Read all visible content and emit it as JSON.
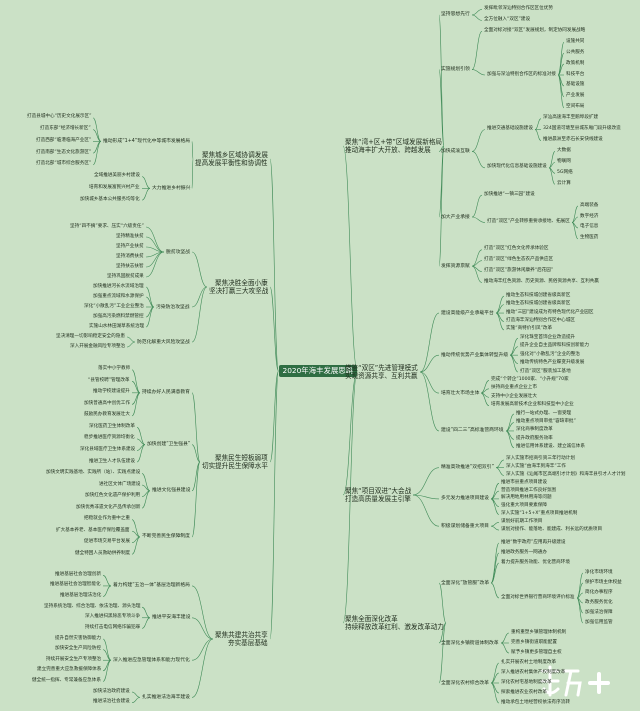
{
  "root": "2020年海丰发展思路",
  "right": [
    {
      "id": "r1",
      "title": [
        "聚焦“湾+区+带”区域发展新格局",
        "推动海丰扩大开放、跨越发展"
      ],
      "children": [
        {
          "id": "r1a",
          "label": "坚持思想先行",
          "leaves": [
            "发挥毗邻深汕特别合作区区位优势",
            "全方位融入“双区”建设"
          ]
        },
        {
          "id": "r1b",
          "label": "实施规划引领",
          "leaves": [
            "全面对标对接“双区”发展规划，制定协同发展战略"
          ],
          "subs": [
            {
              "label": "加强与深汕特别合作区的标准对接",
              "leaves": [
                "设施共同",
                "公共服务",
                "政策机制",
                "科技平台",
                "基础设施",
                "产业发展",
                "空间布局"
              ]
            }
          ]
        },
        {
          "id": "r1c",
          "label": "加快成渝互联",
          "subs": [
            {
              "label": "推进交通基础设施建设",
              "leaves": [
                "深汕高速海丰至鹅埠段扩建",
                "324国道可塘至县城东厢门段升级改造",
                "推进晨洲至赤石长安快线建设"
              ]
            },
            {
              "label": "加快现代化信息基础设施建设",
              "leaves": [
                "大数据",
                "物联网",
                "5G网络",
                "云计算"
              ]
            }
          ]
        },
        {
          "id": "r1d",
          "label": "加大产业承接",
          "leaves": [
            "加快推进“一镇三园”建设"
          ],
          "subs": [
            {
              "label": "打造“双区”产业转移重要承接地、拓展区",
              "leaves": [
                "高端装备",
                "数字经济",
                "电子信息",
                "生物医药"
              ]
            }
          ]
        },
        {
          "id": "r1e",
          "label": "发挥资源禀赋",
          "leaves": [
            "打造“双区”红色文化传承体验区",
            "打造“双区”绿色生态农产品供应区",
            "打造“双区”旅游休闲康养“后花园”",
            "推动海丰红色资源、历史资源、民俗资源共享、互利共赢"
          ]
        }
      ]
    },
    {
      "id": "r2",
      "title": [
        "借鉴“双区”先进管理模式",
        "实现资源共享、互利共赢"
      ],
      "children": [
        {
          "id": "r2a",
          "label": "建设高能级产业承载平台",
          "leaves": [
            "推动生态科技城创建省级高新区",
            "推动生态科技城创建省级高新区",
            "推动“三园”建设成为有特色现代化产业园区",
            "打造海丰深汕特别合作区中心城区",
            "实施“商特价引凤”改革"
          ]
        },
        {
          "id": "r2b",
          "label": "推动传统优势产业集体转型升级",
          "leaves": [
            "深化珠宝首饰企业改造提升",
            "提升企业自主品牌和科技创新能力",
            "强化对“小散乱污”企业的整治",
            "推动传统特色产业蝶变升级发展",
            "打造“双区”服装加工基地"
          ]
        },
        {
          "id": "r2c",
          "label": "培育壮大市场主体",
          "leaves": [
            "完成“个转企”1000家、“小升规”70家",
            "扶持商业重点企业上市",
            "支持中小企业发展壮大",
            "培育发展高新技术企业和科技型中小企业"
          ]
        },
        {
          "id": "r2d",
          "label": "建设“四二三”高标准营商环境",
          "leaves": [
            "推行一站式办理、一窗受理",
            "推动重点项目审批“容缺审批”",
            "深化商事制度改革",
            "提升政府服务效率",
            "推进信用体系建设、建立诚信体系"
          ]
        }
      ]
    },
    {
      "id": "r3",
      "title": [
        "聚焦“项目双进”大会战",
        "打造高质量发展主引擎"
      ],
      "children": [
        {
          "id": "r3a",
          "label": "精准高效推进“双招双引”",
          "leaves": [
            "深入实施市招商引资三年行动计划",
            "深入实施“由海丰到海丰”工作",
            "深入实施《汕尾市区高端引才计划》和海丰县引才人才计划"
          ]
        },
        {
          "id": "r3b",
          "label": "多元发力推进项目建设",
          "leaves": [
            "推进市县重点项目建设",
            "营造项目推进工作良好氛围",
            "解决用地用林用海等问题",
            "强化重大项目要素保障",
            "深入实施“1+5+X”重点项目推进机制"
          ]
        },
        {
          "id": "r3c",
          "label": "积极谋划储备重大项目",
          "leaves": [
            "谋划好前期工作项目",
            "谋划对接作、能落地、能建成、利长远的优质项目"
          ]
        }
      ]
    },
    {
      "id": "r4",
      "title": [
        "聚焦全面深化改革",
        "持续释放改革红利、激发改革动力"
      ],
      "children": [
        {
          "id": "r4a",
          "label": "全面深化“放管服”改革",
          "subs": [
            {
              "label": "全面对标世界银行营商环境评价标准",
              "leaves": [
                "净化市场环境",
                "保护市场主体权益",
                "简化办事程序",
                "政务服务优化",
                "加强法治保障",
                "加强信用监管"
              ]
            }
          ],
          "leaves": [
            "推进“数字政府”应用再升级建设",
            "推进政务服务一网通办",
            "着力提升服务效能、优化营商环境"
          ]
        },
        {
          "id": "r4b",
          "label": "全面深化乡镇街道体制改革",
          "leaves": [
            "重构重塑乡镇管理体制机制",
            "完善乡镇街道职能配置",
            "赋予乡镇更多管理自主权"
          ]
        },
        {
          "id": "r4c",
          "label": "全面深化农村综合改革",
          "leaves": [
            "扎实开展农村土地制度改革",
            "深入推进农村集体产权制度改革",
            "深化农村宅基地制度改革",
            "探索推进农业农村改革",
            "推动承包土地经营权依法有序流转"
          ]
        }
      ]
    }
  ],
  "left": [
    {
      "id": "l1",
      "title": [
        "聚焦城乡区域协调发展",
        "提高发展平衡性和协调性"
      ],
      "children": [
        {
          "id": "l1a",
          "label": "推动形成“1+4”现代化中等城市发展格局",
          "leaves": [
            "打造县城中心“历史文化展示区”",
            "打造东部“经济增长新区”",
            "打造西部“临港临海产业区”",
            "打造南部“生态文化旅游区”",
            "打造北部“城市综合服务区”"
          ]
        },
        {
          "id": "l1b",
          "label": "大力推进乡村振兴",
          "leaves": [
            "全域推进美丽乡村建设",
            "培育和发展富民兴村产业",
            "加快城乡基本公共服务均等化"
          ]
        }
      ]
    },
    {
      "id": "l2",
      "title": [
        "聚焦决胜全面小康",
        "坚决打赢三大攻坚战"
      ],
      "children": [
        {
          "id": "l2a",
          "label": "脱贫攻坚战",
          "leaves": [
            "坚持“四不摘”要求、压实“六级责任”",
            "坚持精准扶贫",
            "坚持产业扶贫",
            "坚持消费扶贫",
            "坚持扶志扶智",
            "坚持巩固脱贫成果"
          ]
        },
        {
          "id": "l2b",
          "label": "污染防治攻坚战",
          "leaves": [
            "加快推进河长水流域治理",
            "加强重点流域和水源保护",
            "深化“小散乱污”工业企业整治",
            "加强高污染燃料禁燃管控",
            "实施山水林田湖草系统治理"
          ]
        },
        {
          "id": "l2c",
          "label": "防范化解重大风险攻坚战",
          "leaves": [
            "坚决清理一切影响稳定安全的隐患",
            "深入开展金融风险专项整治"
          ]
        }
      ]
    },
    {
      "id": "l3",
      "title": [
        "聚焦民生短板弱项",
        "切实提升民生保障水平"
      ],
      "children": [
        {
          "id": "l3a",
          "label": "持续办好人民满意教育",
          "leaves": [
            "落实中小学教师",
            "“县管校聘”管理改革",
            "推动学校建设提升",
            "加快普通高中创优工作",
            "鼓励民办教育发展壮大"
          ]
        },
        {
          "id": "l3b",
          "label": "加快创建“卫生强县”",
          "leaves": [
            "深化医药卫生体制改革",
            "稳步推进医疗资源均衡化",
            "深化县域医疗卫生体系建设",
            "推进卫生人才队伍建设"
          ]
        },
        {
          "id": "l3c",
          "label": "推进文化强县建设",
          "leaves": [
            "加快文明实践基地、实践所（站）、实践点建设",
            "进社区文体广场建设",
            "加快红色文化遗产保护利用",
            "加快优秀非遗文化产品传承创新"
          ]
        },
        {
          "id": "l3d",
          "label": "不断完善民生保障制度",
          "leaves": [
            "把稳就业作为重中之重",
            "扩大基本养老、基本医疗保险覆盖面",
            "促进市场交易平台发展",
            "健全特困人员救助供养制度"
          ]
        }
      ]
    },
    {
      "id": "l4",
      "title": [
        "聚焦共建共治共享",
        "夯实基层基础"
      ],
      "children": [
        {
          "id": "l4a",
          "label": "着力构建“五治一体”基层治理新格局",
          "leaves": [
            "推进基层社会治理创新",
            "推进基层社会治理智能化",
            "推进基层治理法治化"
          ]
        },
        {
          "id": "l4b",
          "label": "推进平安海丰建设",
          "leaves": [
            "坚持系统治理、综合治理、依法治理、源头治理",
            "深入推进扫黑除恶专项斗争",
            "持续打击电信网络诈骗犯罪"
          ]
        },
        {
          "id": "l4c",
          "label": "深入推进应急管理体系和能力现代化",
          "leaves": [
            "提升自然灾害防御能力",
            "加快安全生产风险防控",
            "持续开展安全生产专项整治",
            "建立完善重大应急救援保障体系",
            "健全统一指挥、专常兼备应急体系"
          ]
        },
        {
          "id": "l4d",
          "label": "扎实推进法治海丰建设",
          "leaves": [
            "加快法治政府建设",
            "推进法治社会建设"
          ]
        }
      ]
    }
  ],
  "colors": {
    "background": "#cbe1c6",
    "root_fill": "#2f6e43",
    "root_text": "#ffffff",
    "line": "#3f8a57",
    "text": "#22301f"
  },
  "watermark": {
    "brand": "南方+",
    "icon": "nanfang-logo"
  }
}
